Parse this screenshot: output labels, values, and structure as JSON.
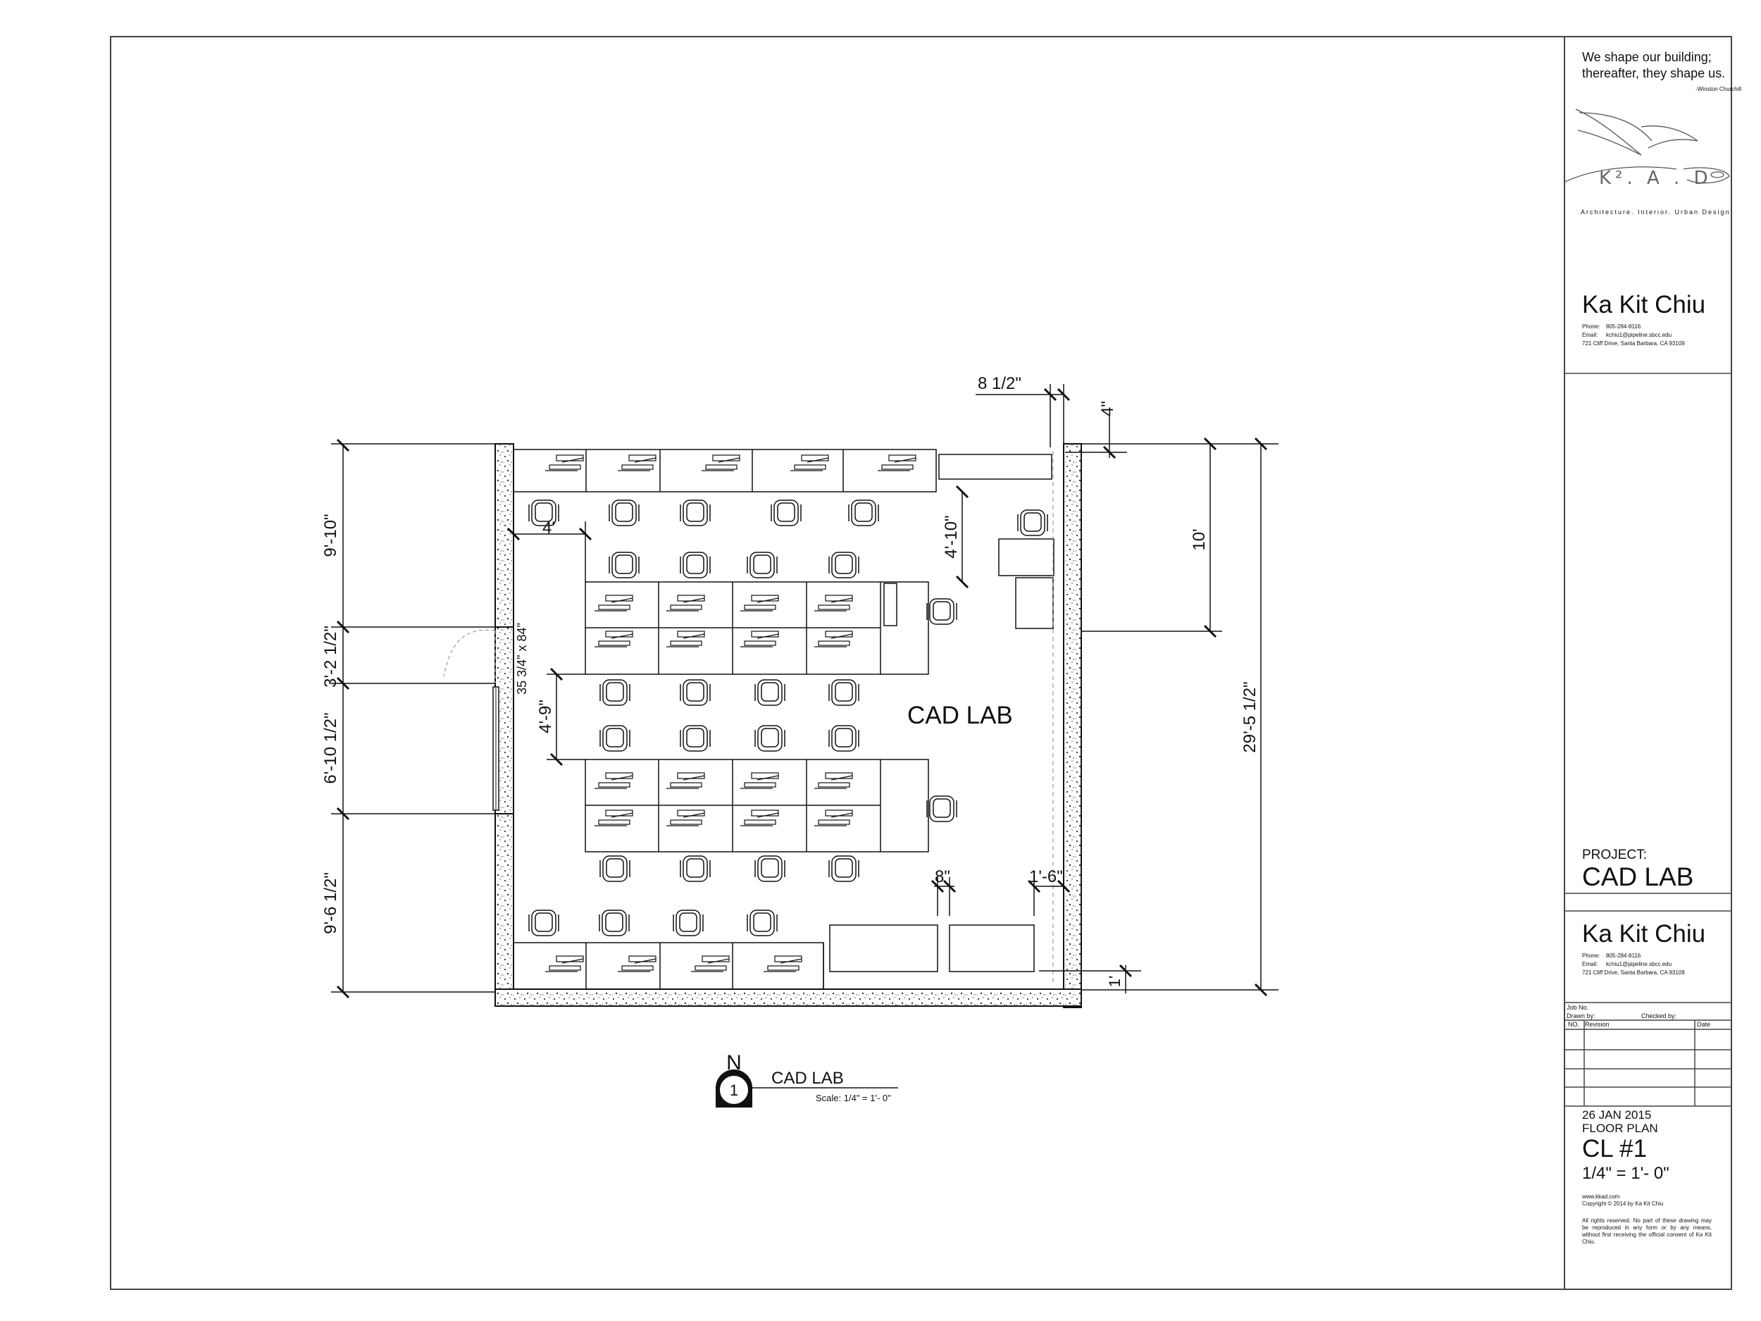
{
  "titleblock": {
    "quote_line1": "We shape our building;",
    "quote_line2": "thereafter, they shape us.",
    "quote_author": "-Winston Churchill",
    "logo_text": "K². A . D",
    "logo_sub": "Architecture. Interior. Urban Design",
    "name": "Ka Kit Chiu",
    "phone_label": "Phone:",
    "phone": "805-284-8116",
    "email_label": "Email:",
    "email": "kchiu1@pipeline.sbcc.edu",
    "address": "721 Cliff Drive, Santa Barbara, CA 93109",
    "project_label": "PROJECT:",
    "project_name": "CAD LAB",
    "job_no": "Job No.",
    "drawn_by": "Drawn by:",
    "checked_by": "Checked by:",
    "col_no": "NO.",
    "col_revision": "Revision",
    "col_date": "Date",
    "date": "26 JAN 2015",
    "sheet_title": "FLOOR PLAN",
    "sheet_no": "CL #1",
    "scale": "1/4\" = 1'- 0\"",
    "website": "www.kkad.com",
    "copyright": "Copyright © 2014 by Ka Kit Chiu",
    "rights": "All rights reserved. No part of these drawing may be reproduced in any form or by any means, without first receiving the official consent of Ka Kit Chiu."
  },
  "plan": {
    "room_label": "CAD LAB",
    "table_note": "35 3/4\" x 84\"",
    "dims": {
      "left_1": "9'-10\"",
      "left_2": "3'-2 1/2\"",
      "left_3": "6'-10 1/2\"",
      "left_4": "9'-6 1/2\"",
      "top_gap": "8 1/2\"",
      "top_wall": "4\"",
      "aisle_top": "4'",
      "aisle_1": "4'-10\"",
      "aisle_2": "4'-9\"",
      "right_1": "10'",
      "right_total": "29'-5 1/2\"",
      "bottom_8": "8\"",
      "bottom_18": "1'-6\"",
      "bottom_1": "1'"
    }
  },
  "view_label": {
    "north": "N",
    "number": "1",
    "title": "CAD LAB",
    "scale": "Scale: 1/4\" = 1'- 0\""
  }
}
